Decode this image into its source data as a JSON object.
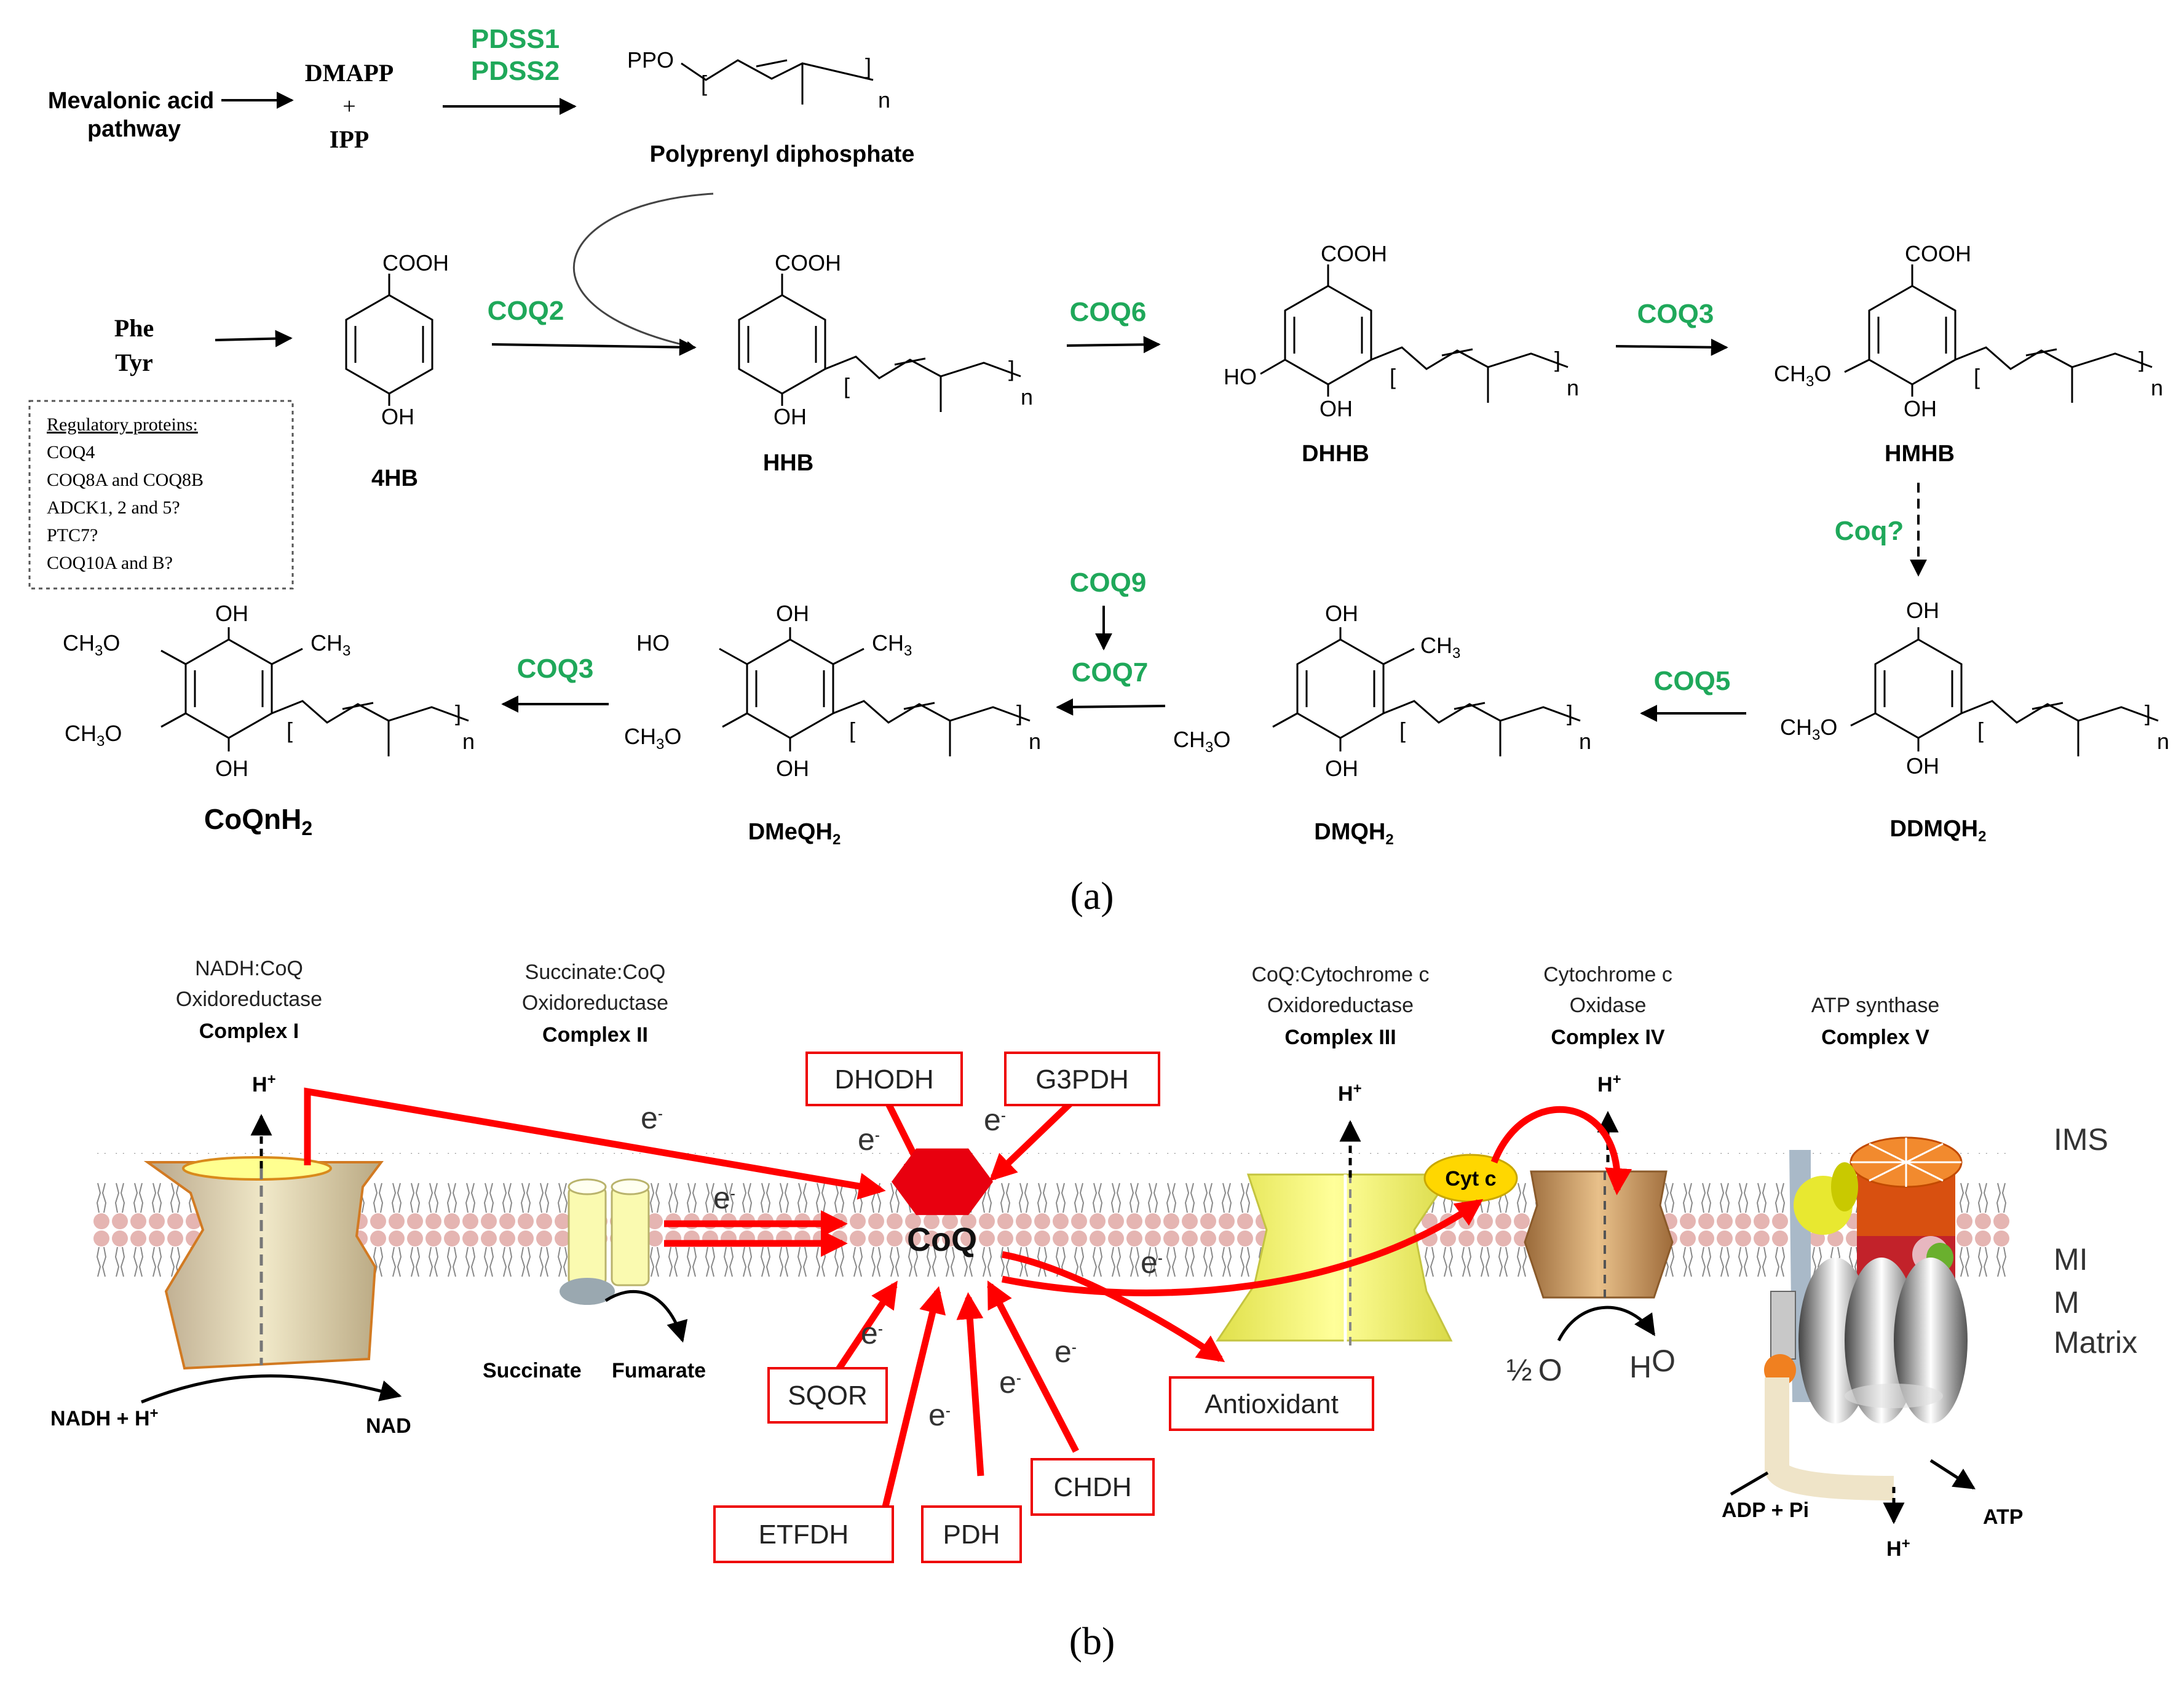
{
  "panel_a": {
    "label": "(a)",
    "mevalonic_line1": "Mevalonic acid",
    "mevalonic_line2": "pathway",
    "dmapp": "DMAPP",
    "plus": "+",
    "ipp": "IPP",
    "pdss1": "PDSS1",
    "pdss2": "PDSS2",
    "ppo": "PPO",
    "polyprenyl": "Polyprenyl diphosphate",
    "phe": "Phe",
    "tyr": "Tyr",
    "regulatory": {
      "title": "Regulatory proteins:",
      "items": [
        "COQ4",
        "COQ8A and COQ8B",
        "ADCK1, 2 and 5?",
        "PTC7?",
        "COQ10A and B?"
      ]
    },
    "enzymes": {
      "coq2": "COQ2",
      "coq6": "COQ6",
      "coq3_top": "COQ3",
      "coq_unknown": "Coq?",
      "coq5": "COQ5",
      "coq9": "COQ9",
      "coq7": "COQ7",
      "coq3_bottom": "COQ3"
    },
    "compounds": {
      "hb4": "4HB",
      "hhb": "HHB",
      "dhhb": "DHHB",
      "hmhb": "HMHB",
      "ddmqh2": "DDMQH",
      "dmqh2": "DMQH",
      "dmeqh2": "DMeQH",
      "coqnh2": "CoQnH"
    },
    "subscript_2": "2",
    "subscript_3": "3",
    "groups": {
      "cooh": "COOH",
      "oh": "OH",
      "ho": "HO",
      "ch3o": "CH",
      "o_tail": "O",
      "ch3": "CH"
    },
    "bracket_open": "[",
    "bracket_close": "]",
    "n": "n"
  },
  "panel_b": {
    "label": "(b)",
    "complex1": {
      "line1": "NADH:CoQ",
      "line2": "Oxidoreductase",
      "name": "Complex I"
    },
    "complex2": {
      "line1": "Succinate:CoQ",
      "line2": "Oxidoreductase",
      "name": "Complex II"
    },
    "complex3": {
      "line1": "CoQ:Cytochrome c",
      "line2": "Oxidoreductase",
      "name": "Complex III"
    },
    "complex4": {
      "line1": "Cytochrome c",
      "line2": "Oxidase",
      "name": "Complex IV"
    },
    "complex5": {
      "line1": "ATP synthase",
      "name": "Complex V"
    },
    "h_plus": "H",
    "plus_sup": "+",
    "e_minus": "e",
    "minus_sup": "-",
    "coq": "CoQ",
    "cytc": "Cyt c",
    "boxes": {
      "dhodh": "DHODH",
      "g3pdh": "G3PDH",
      "sqor": "SQOR",
      "etfdh": "ETFDH",
      "pdh": "PDH",
      "chdh": "CHDH",
      "antioxidant": "Antioxidant"
    },
    "ims": "IMS",
    "mim_line1": "MI",
    "mim_line2": "M",
    "matrix": "Matrix",
    "nadh": "NADH + H",
    "nad": "NAD",
    "succinate": "Succinate",
    "fumarate": "Fumarate",
    "half": "½",
    "o2": "O",
    "h2o_h": "H",
    "h2o_o": "O",
    "adp": "ADP + Pi",
    "atp": "ATP"
  },
  "colors": {
    "enzyme_green": "#1fa85a",
    "arrow_red": "#ff0000",
    "coq_red": "#e8000f",
    "membrane_pink": "#e5b5b2"
  }
}
